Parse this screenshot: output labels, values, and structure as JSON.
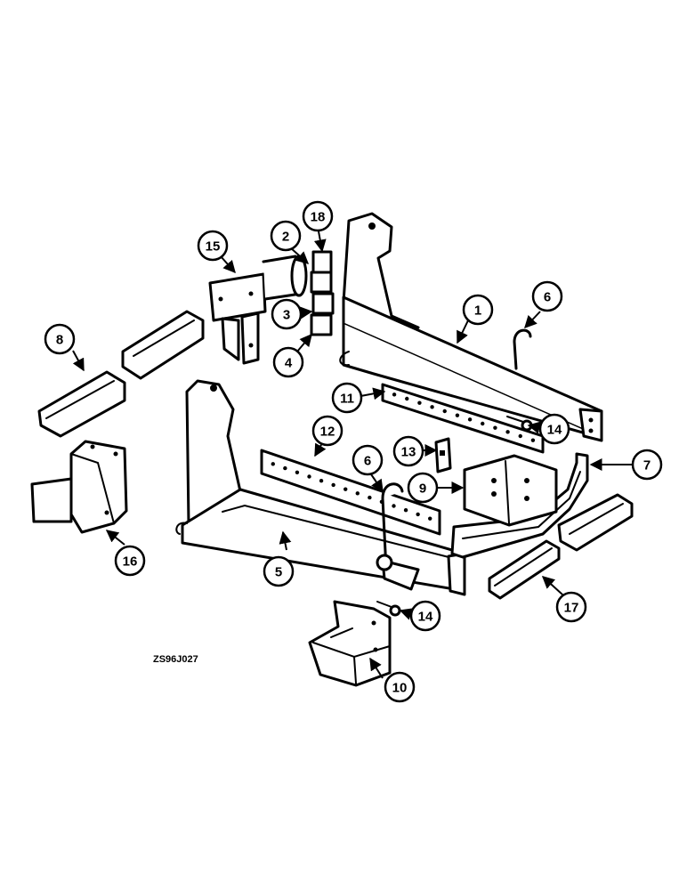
{
  "drawing": {
    "reference_code": "ZS96J027",
    "callouts": [
      "1",
      "2",
      "3",
      "4",
      "5",
      "6",
      "6",
      "7",
      "8",
      "9",
      "10",
      "11",
      "12",
      "13",
      "14",
      "14",
      "15",
      "16",
      "17",
      "18"
    ]
  }
}
